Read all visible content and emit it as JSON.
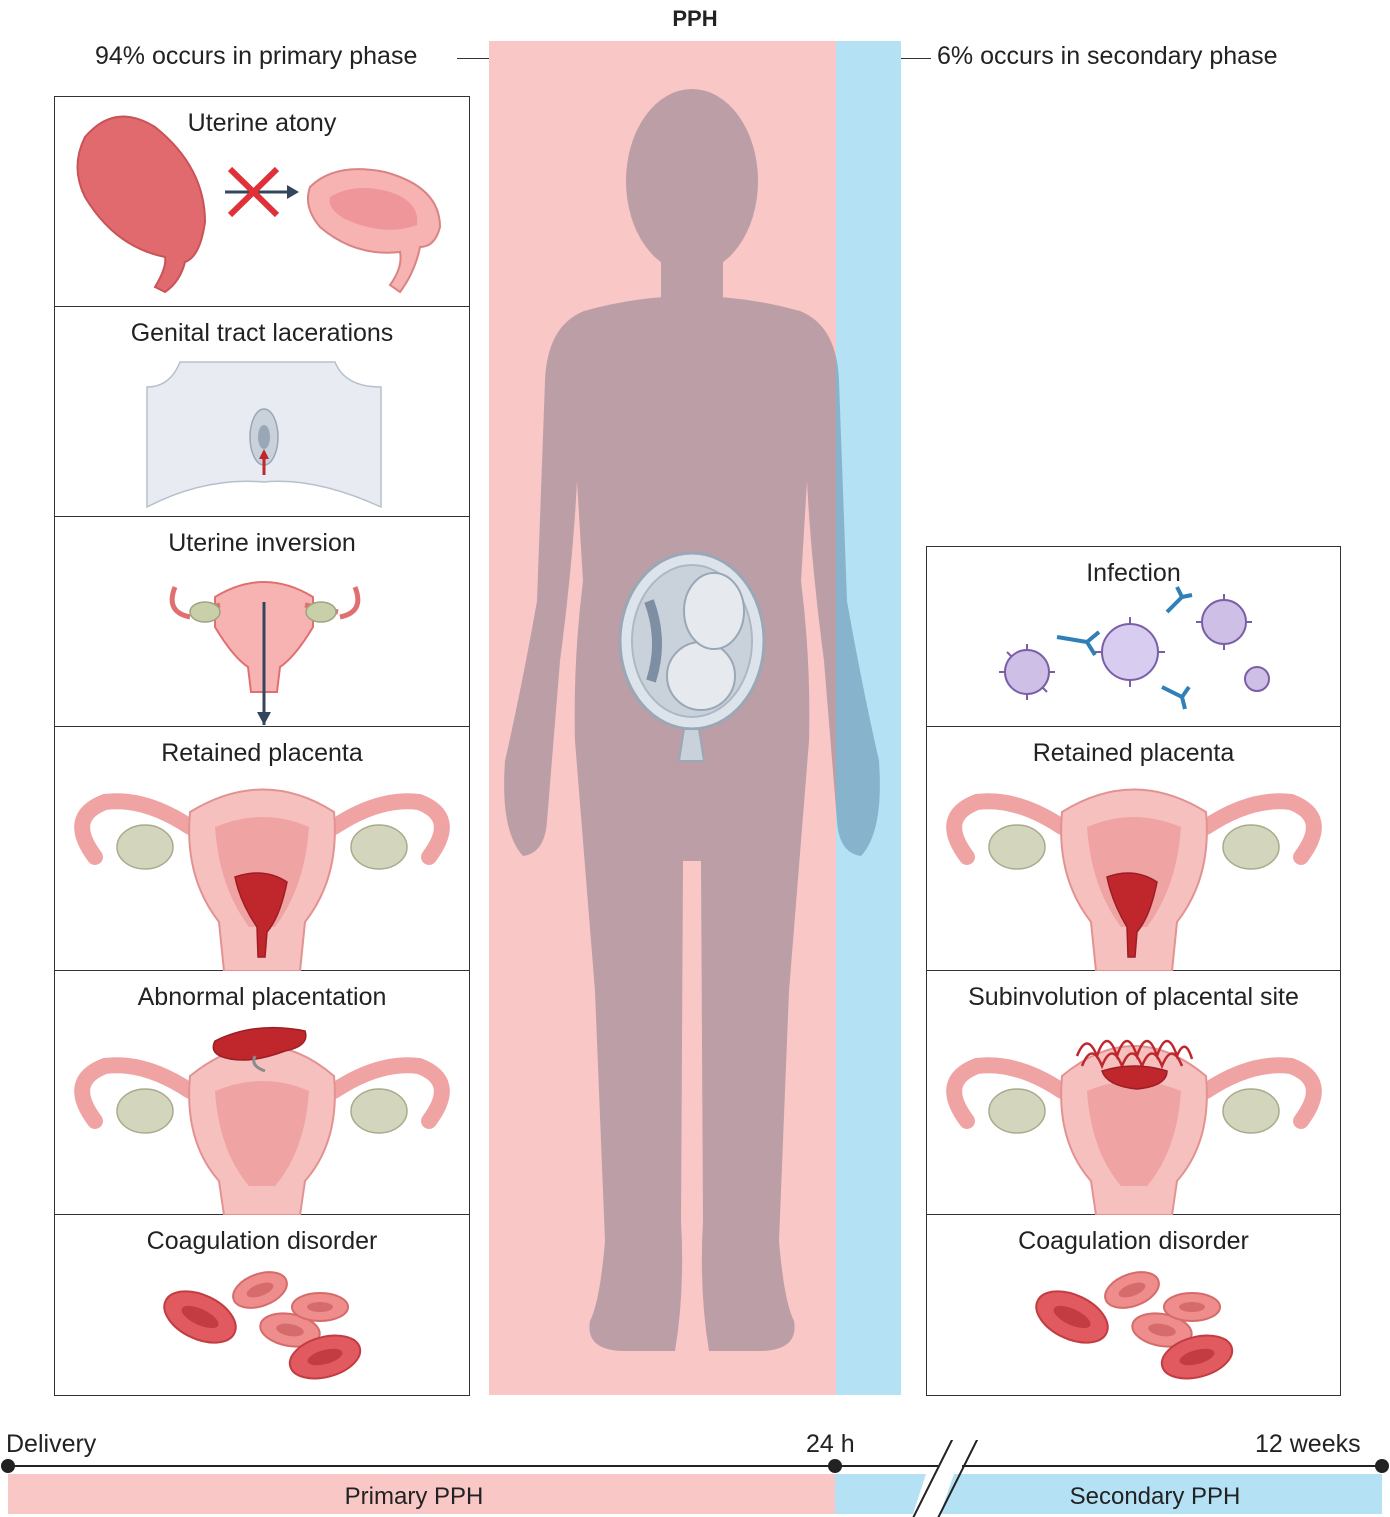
{
  "title": "PPH",
  "primary_phase_label": "94% occurs in primary phase",
  "secondary_phase_label": "6% occurs in secondary phase",
  "left_panels": [
    {
      "title": "Uterine atony",
      "icon": "uterine-atony-icon"
    },
    {
      "title": "Genital tract lacerations",
      "icon": "laceration-icon"
    },
    {
      "title": "Uterine inversion",
      "icon": "uterine-inversion-icon"
    },
    {
      "title": "Retained placenta",
      "icon": "retained-placenta-icon"
    },
    {
      "title": "Abnormal placentation",
      "icon": "abnormal-placentation-icon"
    },
    {
      "title": "Coagulation disorder",
      "icon": "red-blood-cells-icon"
    }
  ],
  "right_panels": [
    {
      "title": "Infection",
      "icon": "virus-antibody-icon"
    },
    {
      "title": "Retained placenta",
      "icon": "retained-placenta-icon"
    },
    {
      "title": "Subinvolution of placental site",
      "icon": "subinvolution-icon"
    },
    {
      "title": "Coagulation disorder",
      "icon": "red-blood-cells-icon"
    }
  ],
  "timeline": {
    "start_label": "Delivery",
    "mid_label": "24 h",
    "end_label": "12 weeks",
    "primary_label": "Primary PPH",
    "secondary_label": "Secondary PPH"
  },
  "colors": {
    "primary": "#f8c7c6",
    "secondary": "#b5e1f5",
    "silhouette": "#bc9ea6",
    "uterus": "#f2a9a6",
    "blood": "#c0272d"
  }
}
